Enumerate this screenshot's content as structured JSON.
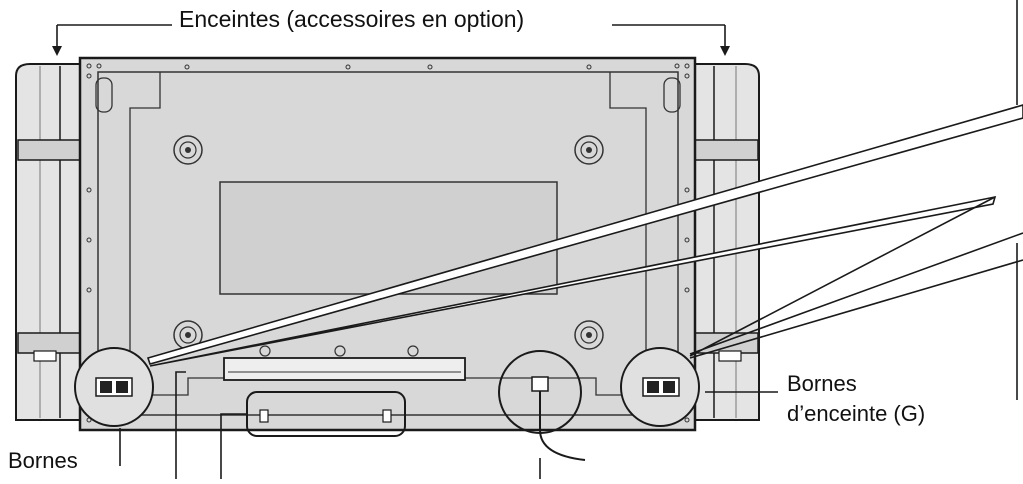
{
  "labels": {
    "speakers_optional": "Enceintes (accessoires en option)",
    "speaker_terminals_left_line1": "Bornes",
    "speaker_terminals_left_line2": "d’enceinte (G)",
    "speaker_terminals_right_line1": "Bornes"
  },
  "colors": {
    "panel_fill": "#d8d8d8",
    "speaker_fill": "#e4e4e4",
    "line": "#1a1a1a",
    "background": "#ffffff"
  }
}
